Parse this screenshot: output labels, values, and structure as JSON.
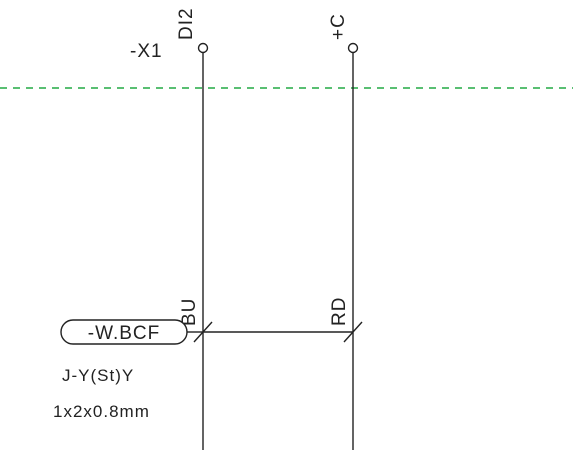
{
  "terminal_strip": {
    "label": "-X1",
    "terminals": [
      {
        "name": "DI2"
      },
      {
        "name": "+C"
      }
    ]
  },
  "cable": {
    "tag": "-W.BCF",
    "type": "J-Y(St)Y",
    "spec": "1x2x0.8mm",
    "cores": [
      {
        "color_code": "BU"
      },
      {
        "color_code": "RD"
      }
    ]
  },
  "colors": {
    "wire": "#222222",
    "boundary": "#22aa44",
    "background": "#ffffff"
  }
}
